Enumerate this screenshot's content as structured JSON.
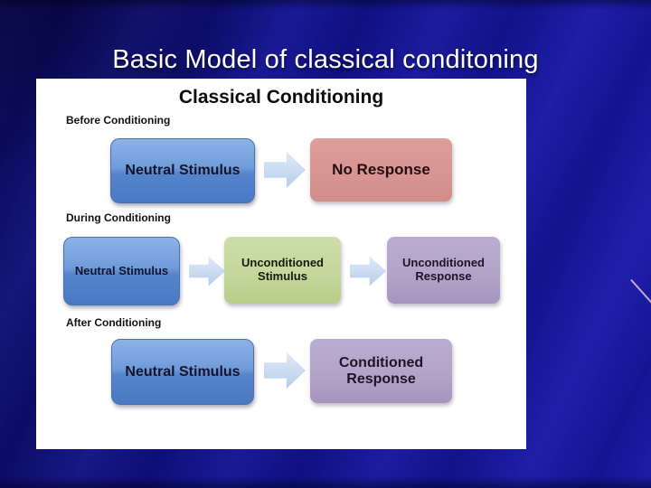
{
  "slide": {
    "title": "Basic Model of classical conditoning"
  },
  "diagram": {
    "title": "Classical Conditioning",
    "sections": [
      {
        "label": "Before Conditioning",
        "boxes": [
          {
            "text": "Neutral Stimulus",
            "color": "blue"
          },
          {
            "text": "No Response",
            "color": "red"
          }
        ]
      },
      {
        "label": "During Conditioning",
        "boxes": [
          {
            "text": "Neutral Stimulus",
            "color": "blue"
          },
          {
            "text": "Unconditioned Stimulus",
            "color": "green"
          },
          {
            "text": "Unconditioned Response",
            "color": "purple"
          }
        ]
      },
      {
        "label": "After Conditioning",
        "boxes": [
          {
            "text": "Neutral Stimulus",
            "color": "blue"
          },
          {
            "text": "Conditioned Response",
            "color": "purple"
          }
        ]
      }
    ],
    "icons": {
      "arrow": "right-arrow"
    },
    "colors": {
      "slide_background": "#12128e",
      "slide_title_text": "#ffffff",
      "panel_background": "#ffffff",
      "box_blue": "#5b85cb",
      "box_red": "#d99694",
      "box_green": "#c3d69b",
      "box_purple": "#b2a2c7",
      "arrow_fill": "#c9daf1",
      "diagram_text": "#111111"
    }
  }
}
